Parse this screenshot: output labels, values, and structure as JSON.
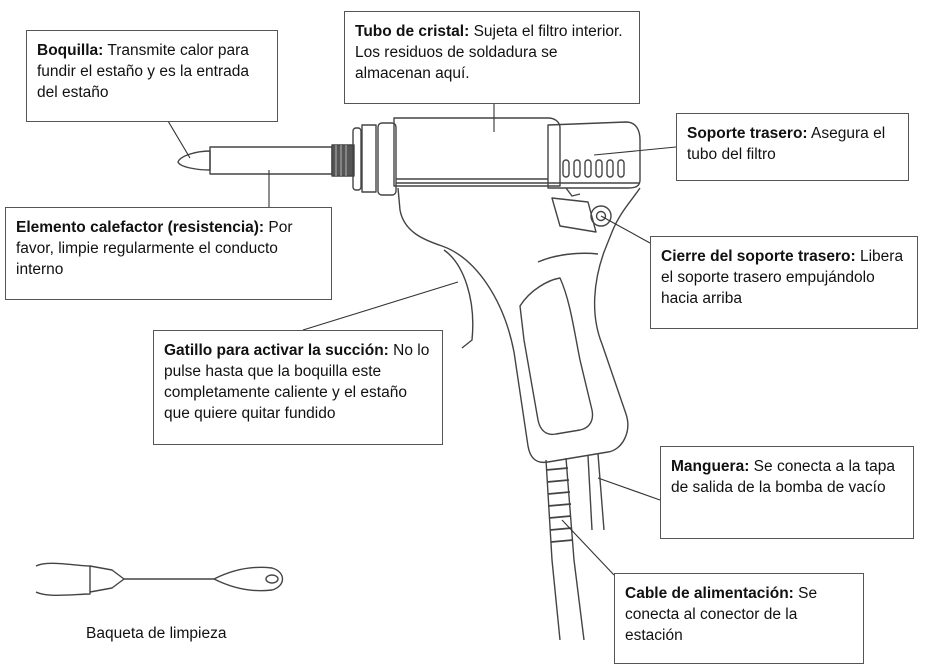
{
  "callouts": {
    "boquilla": {
      "title": "Boquilla:",
      "text": " Transmite calor para fundir el estaño y es la entrada del estaño"
    },
    "tubo": {
      "title": "Tubo de cristal:",
      "text": " Sujeta el filtro interior. Los residuos de soldadura se almacenan aquí."
    },
    "soporte": {
      "title": "Soporte trasero:",
      "text": " Asegura el tubo del filtro"
    },
    "elemento": {
      "title": "Elemento calefactor (resistencia):",
      "text": " Por favor, limpie regularmente el conducto interno"
    },
    "cierre": {
      "title": "Cierre del soporte trasero:",
      "text": " Libera el soporte trasero empujándolo hacia arriba"
    },
    "gatillo": {
      "title": "Gatillo para activar la succión:",
      "text": " No lo pulse hasta que la boquilla este completamente caliente y el estaño que quiere quitar fundido"
    },
    "manguera": {
      "title": "Manguera:",
      "text": " Se conecta a la tapa de salida de la bomba de vacío"
    },
    "cable": {
      "title": "Cable de alimentación:",
      "text": " Se conecta al conector de la estación"
    }
  },
  "caption": "Baqueta de limpieza"
}
